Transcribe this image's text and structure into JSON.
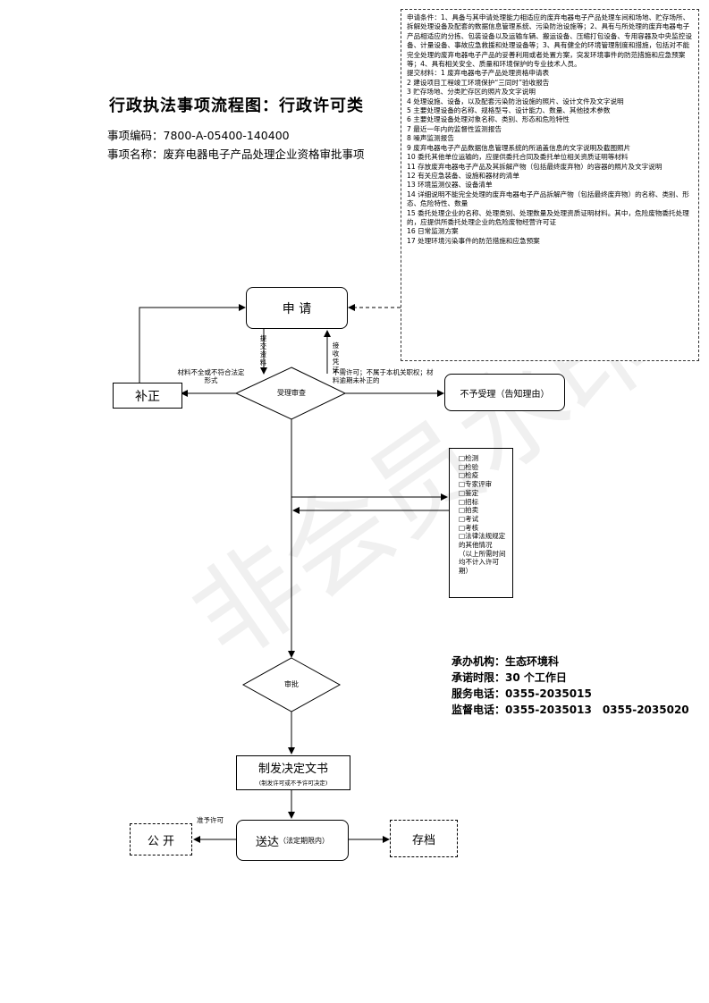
{
  "header": {
    "title": "行政执法事项流程图：行政许可类",
    "code_line": "事项编码：7800-A-05400-140400",
    "name_line": "事项名称：废弃电器电子产品处理企业资格审批事项"
  },
  "requirements": [
    "申请条件：1、具备与其申请处理能力相适应的废弃电器电子产品处理车间和场地、贮存场所、拆解处理设备及配套的数据信息管理系统、污染防治设施等；2、具有与所处理的废弃电器电子产品相适应的分拣、包装设备以及运输车辆、搬运设备、压缩打包设备、专用容器及中央监控设备、计量设备、事故应急救援和处理设备等；3、具有健全的环境管理制度和措施，包括对不能完全处理的废弃电器电子产品的妥善利用或者处置方案，突发环境事件的防范措施和应急预案等；4、具有相关安全、质量和环境保护的专业技术人员。",
    "提交材料：1 废弃电器电子产品处理资格申请表",
    "2 建设项目工程竣工环境保护“三同时”验收报告",
    "3 贮存场地、分类贮存区的照片及文字说明",
    "4 处理设施、设备，以及配套污染防治设施的照片、设计文件及文字说明",
    "5 主要处理设备的名称、规格型号、设计能力、数量、其他技术参数",
    "6 主要处理设备处理对象名称、类别、形态和危险特性",
    "7 最近一年内的监督性监测报告",
    "8 噪声监测报告",
    "9 废弃电器电子产品数据信息管理系统的所涵盖信息的文字说明及截图照片",
    "10 委托其他单位运输的，应提供委托合同及委托单位相关资质证明等材料",
    "11 存放废弃电器电子产品及其拆解产物（包括最终废弃物）的容器的照片及文字说明",
    "12 有关应急装备、设施和器材的清单",
    "13 环境监测仪器、设备清单",
    "14 详细说明不能完全处理的废弃电器电子产品拆解产物（包括最终废弃物）的名称、类别、形态、危险特性、数量",
    "15 委托处理企业的名称、处理类别、处理数量及处理资质证明材料。其中，危险废物委托处理的，应提供所委托处理企业的危险废物经营许可证",
    "16 日常监测方案",
    "17 处理环境污染事件的防范措施和应急预案"
  ],
  "nodes": {
    "apply": "申 请",
    "supplement": "补正",
    "review": "受理审查",
    "reject": "不予受理（告知理由）",
    "approve": "审批",
    "decision_title": "制发决定文书",
    "decision_sub": "(制发许可或不予许可决定)",
    "deliver": "送达",
    "deliver_sub": "（法定期限内）",
    "publish": "公 开",
    "archive": "存档"
  },
  "edge_labels": {
    "submit": "提交资料",
    "receipt": "接收凭证",
    "incomplete": "材料不全或不符合法定形式",
    "not_accept": "不需许可；不属于本机关职权；材料逾期未补正的",
    "grant": "准予许可"
  },
  "options": [
    "□检测",
    "□检验",
    "□检疫",
    "□专家评审",
    "□鉴定",
    "□招标",
    "□拍卖",
    "□考试",
    "□考核",
    "□法律法规规定的其他情况",
    "（以上所需时间均不计入许可期）"
  ],
  "org": {
    "agency": "承办机构：生态环境科",
    "time_limit": "承诺时限：30 个工作日",
    "service_phone": "服务电话：0355-2035015",
    "supervise_phone": "监督电话：0355-2035013　0355-2035020"
  },
  "watermark": "非会员水印"
}
